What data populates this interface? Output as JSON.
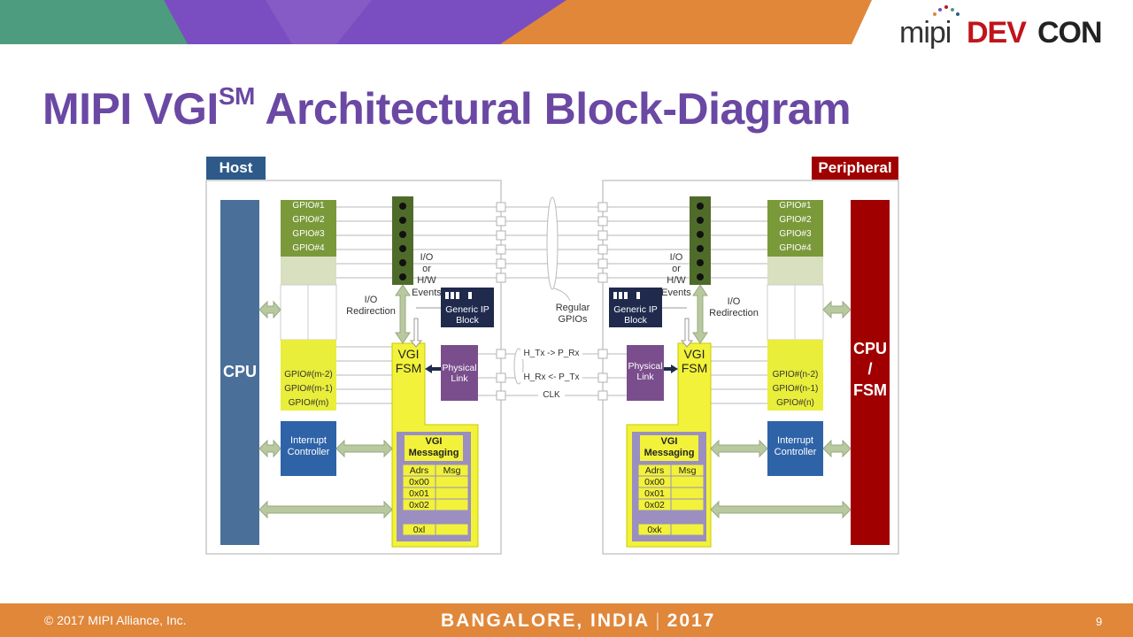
{
  "header": {
    "logo_mipi": "mipi",
    "logo_dev": "DEV",
    "logo_con": "CON",
    "colors": {
      "teal": "#4e9c7f",
      "purple": "#7a4ec0",
      "orange": "#e0873a"
    }
  },
  "slide": {
    "title_main": "MIPI VGI",
    "title_sup": "SM",
    "title_rest": " Architectural Block-Diagram"
  },
  "diagram": {
    "host_label": "Host",
    "peripheral_label": "Peripheral",
    "host_cpu": "CPU",
    "periph_cpu_line1": "CPU",
    "periph_cpu_line2": "/",
    "periph_cpu_line3": "FSM",
    "host_gpio_top": [
      "GPIO#1",
      "GPIO#2",
      "GPIO#3",
      "GPIO#4"
    ],
    "host_gpio_bottom": [
      "GPIO#(m-2)",
      "GPIO#(m-1)",
      "GPIO#(m)"
    ],
    "periph_gpio_top": [
      "GPIO#1",
      "GPIO#2",
      "GPIO#3",
      "GPIO#4"
    ],
    "periph_gpio_bottom": [
      "GPIO#(n-2)",
      "GPIO#(n-1)",
      "GPIO#(n)"
    ],
    "io_redirection": [
      "I/O",
      "Redirection"
    ],
    "io_hw_events": [
      "I/O",
      "or",
      "H/W",
      "Events"
    ],
    "generic_ip": [
      "Generic IP",
      "Block"
    ],
    "vgi_fsm": [
      "VGI",
      "FSM"
    ],
    "physical_link": [
      "Physical",
      "Link"
    ],
    "interrupt_controller": [
      "Interrupt",
      "Controller"
    ],
    "vgi_messaging": [
      "VGI",
      "Messaging"
    ],
    "msg_header": [
      "Adrs",
      "Msg"
    ],
    "host_msg_rows": [
      "0x00",
      "0x01",
      "0x02"
    ],
    "host_msg_last": "0xl",
    "periph_msg_rows": [
      "0x00",
      "0x01",
      "0x02"
    ],
    "periph_msg_last": "0xk",
    "regular_gpios": [
      "Regular",
      "GPIOs"
    ],
    "link_lines": [
      "H_Tx -> P_Rx",
      "H_Rx <- P_Tx",
      "CLK"
    ]
  },
  "footer": {
    "copyright": "© 2017 MIPI Alliance, Inc.",
    "location": "BANGALORE, INDIA",
    "year": "2017",
    "page_number": "9"
  }
}
